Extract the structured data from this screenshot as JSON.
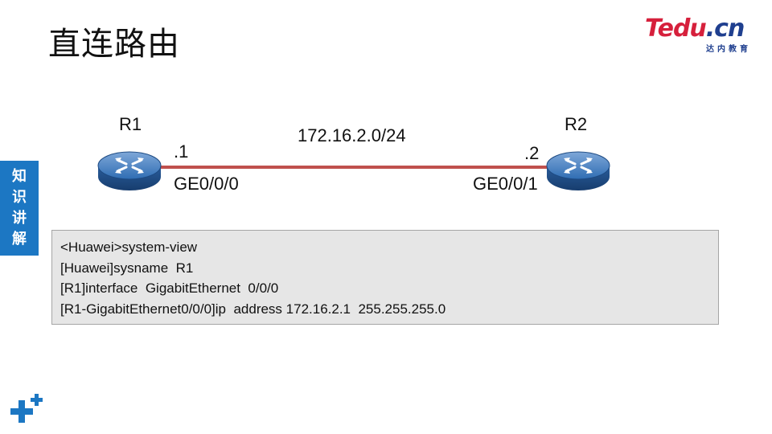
{
  "slide": {
    "title": "直连路由"
  },
  "logo": {
    "brand": "Tedu",
    "suffix": ".cn",
    "tagline": "达内教育"
  },
  "side_tab": {
    "chars": [
      "知",
      "识",
      "讲",
      "解"
    ]
  },
  "topology": {
    "network": "172.16.2.0/24",
    "link_color": "#c0504d",
    "router_color": "#2f6db3",
    "routers": [
      {
        "name": "R1",
        "host": ".1",
        "interface": "GE0/0/0",
        "icon": "router-icon"
      },
      {
        "name": "R2",
        "host": ".2",
        "interface": "GE0/0/1",
        "icon": "router-icon"
      }
    ]
  },
  "config": {
    "lines": [
      "<Huawei>system-view",
      "[Huawei]sysname  R1",
      "[R1]interface  GigabitEthernet  0/0/0",
      "[R1-GigabitEthernet0/0/0]ip  address 172.16.2.1  255.255.255.0"
    ]
  },
  "colors": {
    "accent_blue": "#1c77c3",
    "config_bg": "#e6e6e6"
  }
}
